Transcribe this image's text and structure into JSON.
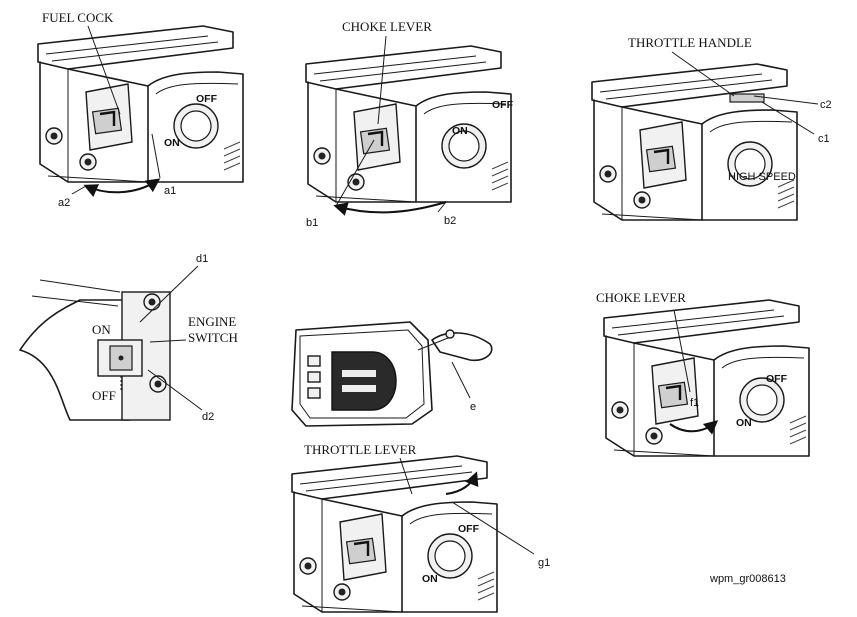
{
  "panels": {
    "fuel_cock": {
      "title": "FUEL COCK",
      "on": "ON",
      "off": "OFF",
      "callouts": [
        "a1",
        "a2"
      ]
    },
    "choke_1": {
      "title": "CHOKE LEVER",
      "on": "ON",
      "off": "OFF",
      "callouts": [
        "b1",
        "b2"
      ]
    },
    "throttle_handle": {
      "title": "THROTTLE HANDLE",
      "speed": "HIGH SPEED",
      "callouts": [
        "c1",
        "c2"
      ]
    },
    "engine_switch": {
      "title_line1": "ENGINE",
      "title_line2": "SWITCH",
      "on": "ON",
      "off": "OFF",
      "callouts": [
        "d1",
        "d2"
      ]
    },
    "recoil": {
      "callouts": [
        "e"
      ]
    },
    "choke_2": {
      "title": "CHOKE LEVER",
      "on": "ON",
      "off": "OFF",
      "callouts": [
        "f1"
      ]
    },
    "throttle_lever": {
      "title": "THROTTLE LEVER",
      "on": "ON",
      "off": "OFF",
      "callouts": [
        "g1"
      ]
    }
  },
  "figure_id": "wpm_gr008613"
}
